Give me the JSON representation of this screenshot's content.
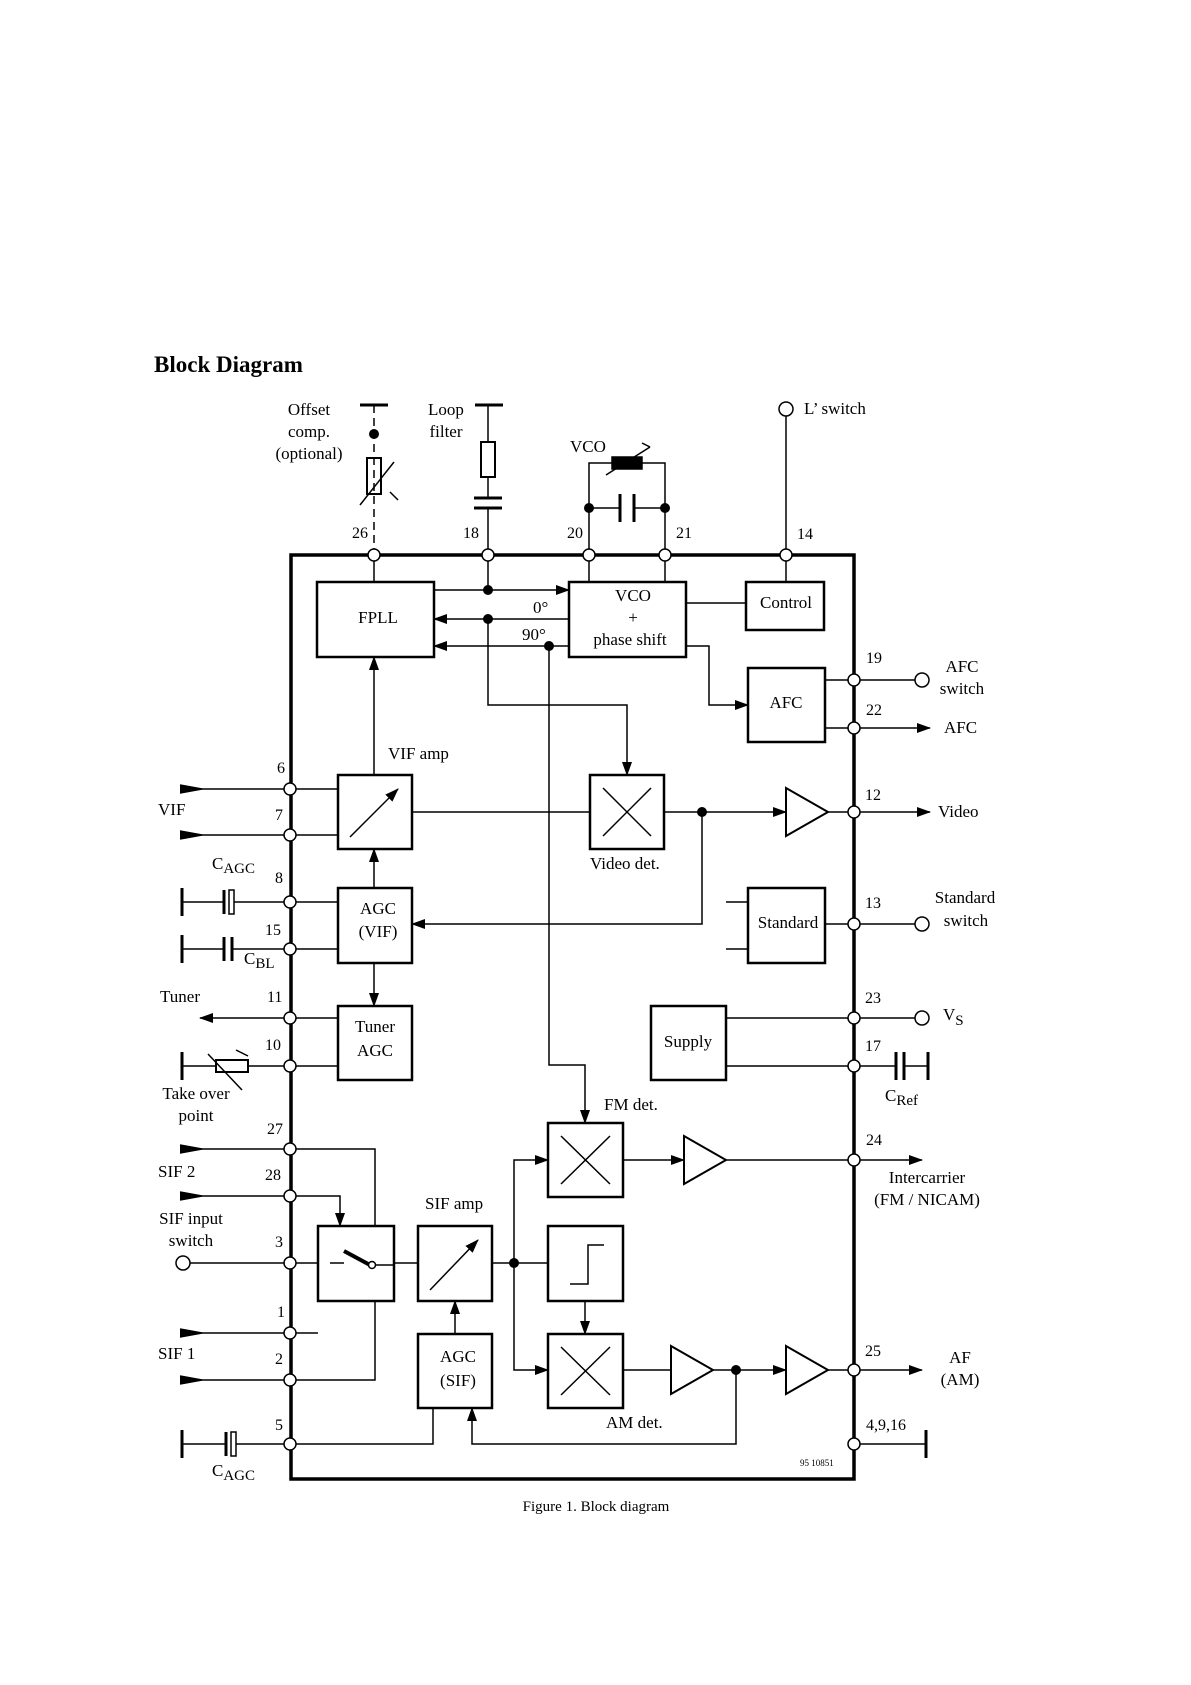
{
  "section_heading": "Block Diagram",
  "figure_caption": "Figure 1.  Block diagram",
  "doc_code": "95 10851",
  "external": {
    "offset_1": "Offset",
    "offset_2": "comp.",
    "offset_3": "(optional)",
    "loop_1": "Loop",
    "loop_2": "filter",
    "vco_ext": "VCO",
    "l_switch": "L’ switch",
    "afc_switch_1": "AFC",
    "afc_switch_2": "switch",
    "afc_out": "AFC",
    "video_out": "Video",
    "standard_switch_1": "Standard",
    "standard_switch_2": "switch",
    "vs_main": "V",
    "vs_sub": "S",
    "cref_main": "C",
    "cref_sub": "Ref",
    "intercarrier_1": "Intercarrier",
    "intercarrier_2": "(FM / NICAM)",
    "af_1": "AF",
    "af_2": "(AM)",
    "vif": "VIF",
    "cagc_top_main": "C",
    "cagc_top_sub": "AGC",
    "cbl_main": "C",
    "cbl_sub": "BL",
    "tuner": "Tuner",
    "takeover_1": "Take over",
    "takeover_2": "point",
    "sif2": "SIF 2",
    "sif_input_1": "SIF input",
    "sif_input_2": "switch",
    "sif1": "SIF 1",
    "cagc_bot_main": "C",
    "cagc_bot_sub": "AGC"
  },
  "blocks": {
    "fpll": "FPLL",
    "vco_1": "VCO",
    "vco_2": "+",
    "vco_3": "phase shift",
    "control": "Control",
    "afc": "AFC",
    "vif_amp": "VIF amp",
    "video_det": "Video det.",
    "agc_vif_1": "AGC",
    "agc_vif_2": "(VIF)",
    "standard": "Standard",
    "supply": "Supply",
    "tuner_agc_1": "Tuner",
    "tuner_agc_2": "AGC",
    "fm_det": "FM det.",
    "sif_amp": "SIF amp",
    "agc_sif_1": "AGC",
    "agc_sif_2": "(SIF)",
    "am_det": "AM det.",
    "phase_0": "0°",
    "phase_90": "90°"
  },
  "pins": {
    "p26": "26",
    "p18": "18",
    "p20": "20",
    "p21": "21",
    "p14": "14",
    "p19": "19",
    "p22": "22",
    "p12": "12",
    "p13": "13",
    "p23": "23",
    "p17": "17",
    "p24": "24",
    "p25": "25",
    "p4_9_16": "4,9,16",
    "p6": "6",
    "p7": "7",
    "p8": "8",
    "p15": "15",
    "p11": "11",
    "p10": "10",
    "p27": "27",
    "p28": "28",
    "p3": "3",
    "p1": "1",
    "p2": "2",
    "p5": "5"
  }
}
